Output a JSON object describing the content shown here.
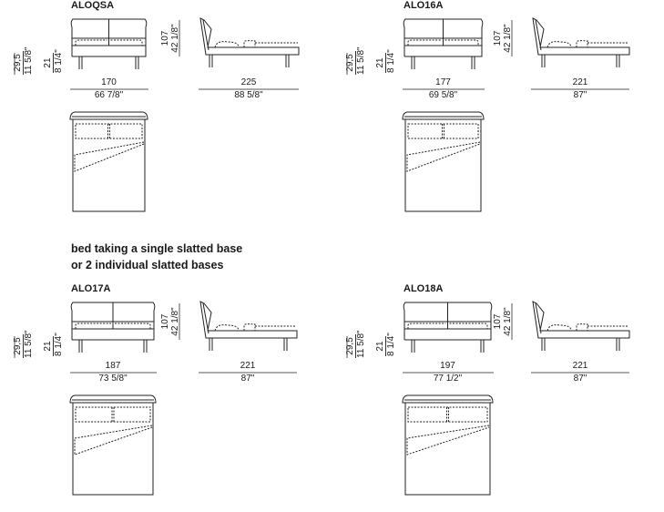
{
  "note": [
    "bed taking a single slatted base",
    "or 2 individual slatted bases"
  ],
  "models": [
    {
      "name": "ALOQSA",
      "width_cm": "170",
      "width_in": "66 7/8\"",
      "length_cm": "225",
      "length_in": "88 5/8\"",
      "height_cm": "107",
      "height_in": "42 1/8\"",
      "total_base_cm": "29,5",
      "total_base_in": "11 5/8\"",
      "base_cm": "21",
      "base_in": "8 1/4\"",
      "w": 170,
      "l": 225
    },
    {
      "name": "ALO16A",
      "width_cm": "177",
      "width_in": "69 5/8\"",
      "length_cm": "221",
      "length_in": "87\"",
      "height_cm": "107",
      "height_in": "42 1/8\"",
      "total_base_cm": "29,5",
      "total_base_in": "11 5/8\"",
      "base_cm": "21",
      "base_in": "8 1/4\"",
      "w": 177,
      "l": 221
    },
    {
      "name": "ALO17A",
      "width_cm": "187",
      "width_in": "73 5/8\"",
      "length_cm": "221",
      "length_in": "87\"",
      "height_cm": "107",
      "height_in": "42 1/8\"",
      "total_base_cm": "29,5",
      "total_base_in": "11 5/8\"",
      "base_cm": "21",
      "base_in": "8 1/4\"",
      "w": 187,
      "l": 221
    },
    {
      "name": "ALO18A",
      "width_cm": "197",
      "width_in": "77 1/2\"",
      "length_cm": "221",
      "length_in": "87\"",
      "height_cm": "107",
      "height_in": "42 1/8\"",
      "total_base_cm": "29,5",
      "total_base_in": "11 5/8\"",
      "base_cm": "21",
      "base_in": "8 1/4\"",
      "w": 197,
      "l": 221
    }
  ]
}
